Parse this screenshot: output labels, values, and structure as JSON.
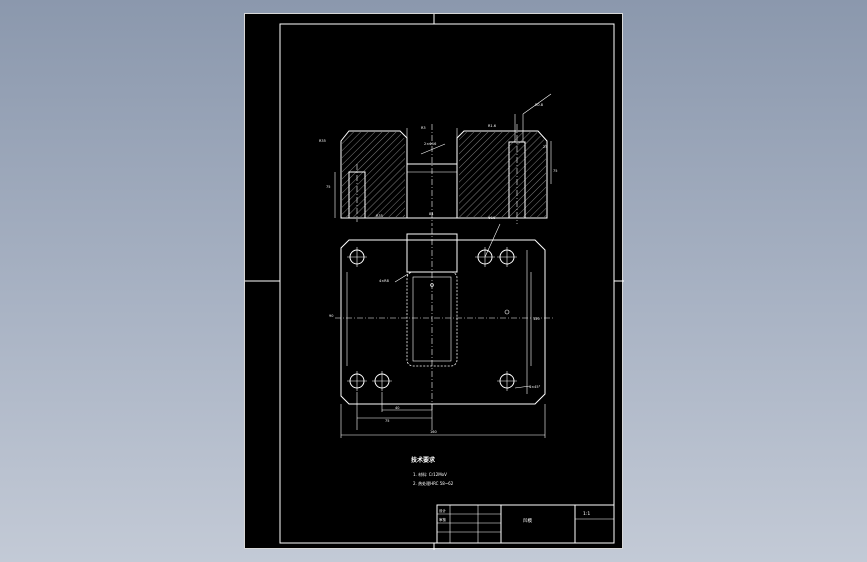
{
  "drawing": {
    "section_dims": {
      "top_left_radius": "R35",
      "top_center": "R3",
      "hole_note": "2×Φ16",
      "right_roughness": "R1.6",
      "right_top_radius": "R0.8",
      "right_slot": "25",
      "height_left": "75",
      "height_right": "75",
      "bottom_left": "R35",
      "bottom_center": "84",
      "bottom_right": "Φ16"
    },
    "plan_dims": {
      "slot_note": "4×R8",
      "left_height": "90",
      "right_height": "120",
      "corner_note": "4×45°",
      "dim_40": "40",
      "dim_75": "75",
      "dim_160": "160"
    },
    "notes": {
      "title": "技术要求",
      "line1": "1. 材料: Cr12MoV",
      "line2": "2. 热处理HRC 58~62"
    },
    "title_block": {
      "part_name": "凹模",
      "scale": "1:1",
      "row1": "设计",
      "row2": "审核"
    }
  }
}
